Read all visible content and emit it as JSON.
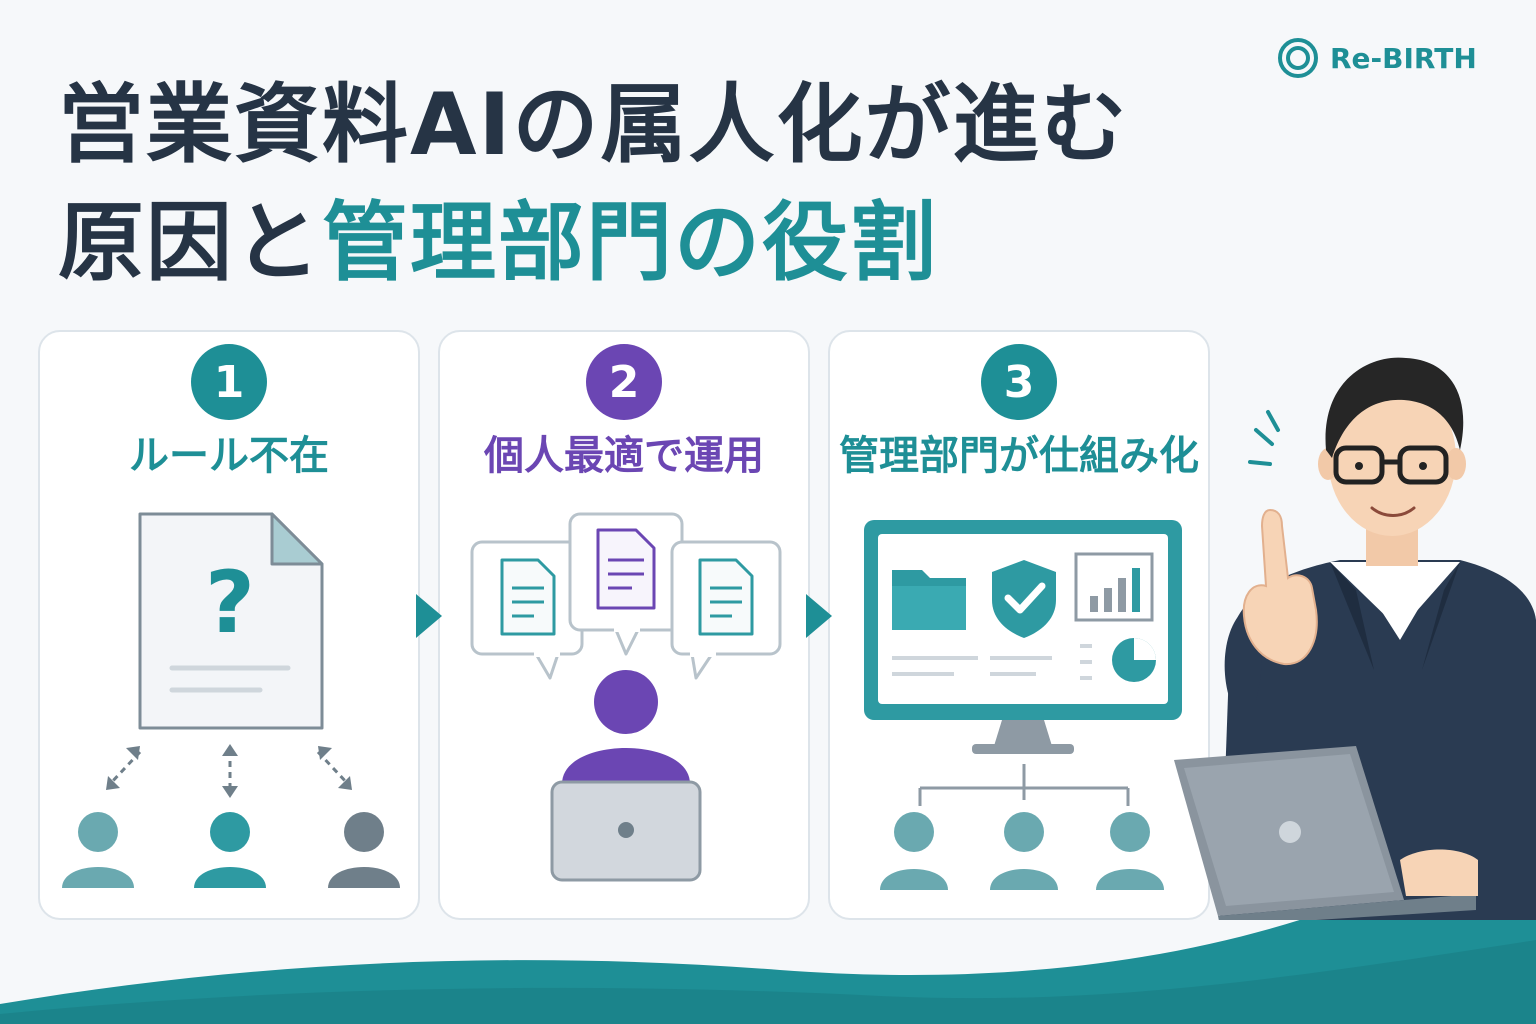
{
  "title": {
    "line1": "営業資料AIの属人化が進む",
    "line2_plain": "原因と",
    "line2_accent": "管理部門の役割"
  },
  "brand": {
    "name": "Re-BIRTH",
    "icon": "ring-logo-icon"
  },
  "colors": {
    "teal": "#1e8f96",
    "purple": "#6b46b3",
    "navy": "#263445",
    "gray_person": "#6f7f8a",
    "light_teal_person": "#5a9ea5"
  },
  "steps": [
    {
      "number": "1",
      "label": "ルール不在",
      "color": "#1e8f96",
      "icon": "question-document-icon"
    },
    {
      "number": "2",
      "label": "個人最適で運用",
      "color": "#6b46b3",
      "icon": "personal-laptop-icon"
    },
    {
      "number": "3",
      "label": "管理部門が仕組み化",
      "color": "#1e8f96",
      "icon": "management-monitor-icon"
    }
  ],
  "arrows": [
    "chevron-right-icon",
    "chevron-right-icon"
  ],
  "illustration": {
    "icon": "pointing-businessman-icon"
  },
  "document": {
    "symbol": "?"
  }
}
